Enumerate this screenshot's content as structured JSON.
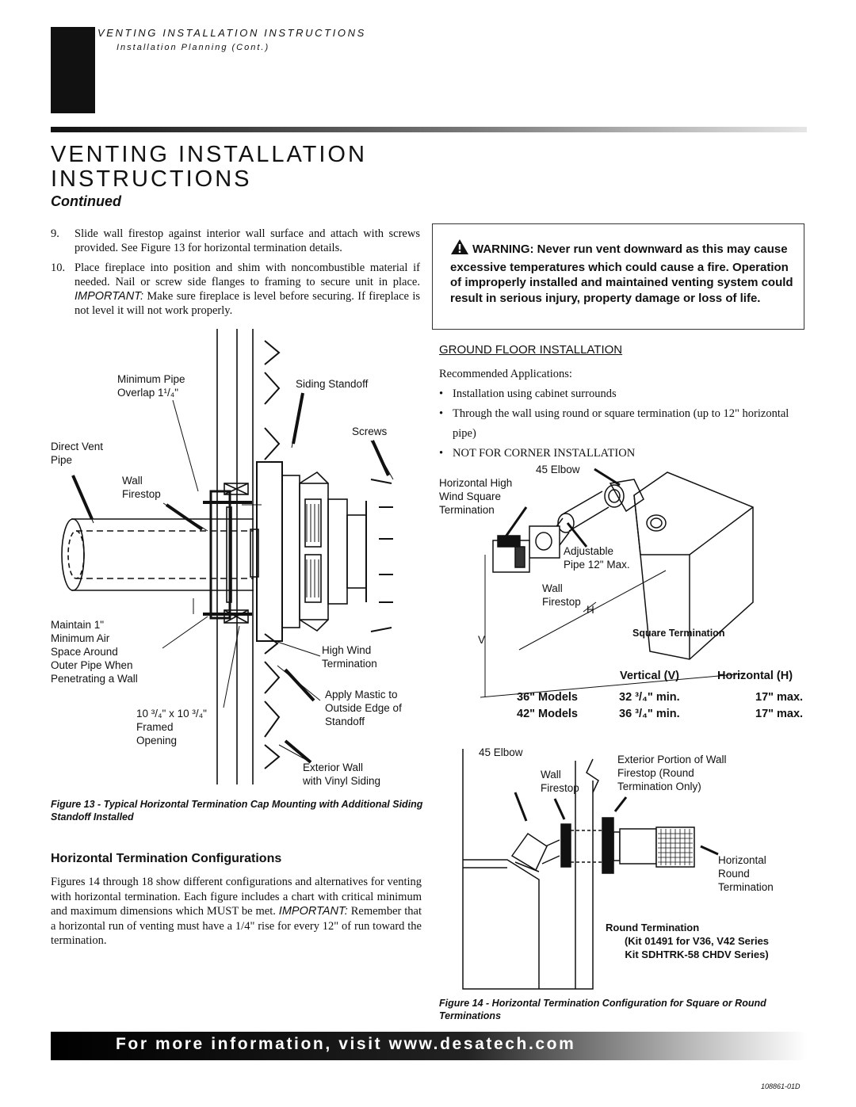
{
  "header": {
    "section": "VENTING INSTALLATION INSTRUCTIONS",
    "subsection": "Installation Planning (Cont.)"
  },
  "title": {
    "line1": "VENTING INSTALLATION",
    "line2": "INSTRUCTIONS",
    "continued": "Continued"
  },
  "steps": [
    {
      "num": "9.",
      "text": "Slide wall firestop against interior wall surface and attach with screws provided. See Figure 13 for horizontal termination details."
    },
    {
      "num": "10.",
      "text_a": "Place fireplace into position and shim with noncombustible material if needed. Nail or screw side flanges to framing to secure unit in place. ",
      "important": "IMPORTANT:",
      "text_b": " Make sure fireplace is level before securing. If fireplace is not level it will not work properly."
    }
  ],
  "warning": {
    "text": "WARNING: Never run vent downward as this may cause excessive temperatures which could cause a fire. Operation of improperly installed and maintained venting system could result in serious injury, property damage or loss of life."
  },
  "ground_floor": {
    "heading": "GROUND FLOOR INSTALLATION",
    "intro": "Recommended Applications:",
    "items": [
      "Installation using cabinet surrounds",
      "Through the wall using round or square termination (up to 12\" horizontal pipe)",
      "NOT FOR CORNER INSTALLATION"
    ]
  },
  "figure13": {
    "labels": {
      "min_pipe_1": "Minimum Pipe",
      "min_pipe_2": "Overlap 1¹/₄\"",
      "siding_standoff": "Siding Standoff",
      "screws": "Screws",
      "direct_vent_1": "Direct Vent",
      "direct_vent_2": "Pipe",
      "wall_firestop_1": "Wall",
      "wall_firestop_2": "Firestop",
      "maintain_1": "Maintain 1\"",
      "maintain_2": "Minimum Air",
      "maintain_3": "Space Around",
      "maintain_4": "Outer Pipe When",
      "maintain_5": "Penetrating a Wall",
      "high_wind_1": "High Wind",
      "high_wind_2": "Termination",
      "mastic_1": "Apply Mastic to",
      "mastic_2": "Outside Edge of",
      "mastic_3": "Standoff",
      "opening_1": "10 ³/₄\" x 10 ³/₄\"",
      "opening_2": "Framed",
      "opening_3": "Opening",
      "exterior_1": "Exterior Wall",
      "exterior_2": "with Vinyl Siding"
    },
    "caption": "Figure 13 - Typical Horizontal Termination Cap Mounting with Additional Siding Standoff Installed"
  },
  "htc": {
    "heading": "Horizontal Termination Configurations",
    "body_a": "Figures 14 through 18 show different configurations and alternatives for venting with horizontal termination. Each figure includes a chart with critical minimum and maximum dimensions which MUST be met. ",
    "important": "IMPORTANT:",
    "body_b": " Remember that a horizontal run of venting must have a 1/4\" rise for every 12\" of run toward the termination."
  },
  "figure14": {
    "labels": {
      "elbow_top": "45  Elbow",
      "hhw_1": "Horizontal High",
      "hhw_2": "Wind Square",
      "hhw_3": "Termination",
      "adjustable_1": "Adjustable",
      "adjustable_2": "Pipe 12\" Max.",
      "wall_fs_1": "Wall",
      "wall_fs_2": "Firestop",
      "h": "H",
      "v": "V",
      "square_term": "Square Termination",
      "elbow_bottom": "45  Elbow",
      "wall_fs_b1": "Wall",
      "wall_fs_b2": "Firestop",
      "ext_portion_1": "Exterior Portion of Wall",
      "ext_portion_2": "Firestop (Round",
      "ext_portion_3": "Termination Only)",
      "hr_1": "Horizontal",
      "hr_2": "Round",
      "hr_3": "Termination",
      "round_term_1": "Round Termination",
      "round_term_2": "(Kit 01491 for V36, V42 Series",
      "round_term_3": "Kit SDHTRK-58 CHDV Series)"
    },
    "table": {
      "head_v": "Vertical (V)",
      "head_h": "Horizontal (H)",
      "rows": [
        {
          "model": "36\" Models",
          "v": "32 ³/₄\" min.",
          "h": "17\" max."
        },
        {
          "model": "42\" Models",
          "v": "36 ³/₄\" min.",
          "h": "17\" max."
        }
      ]
    },
    "caption": "Figure 14 - Horizontal Termination Configuration for Square or Round Terminations"
  },
  "footer": {
    "text": "For more information, visit www.desatech.com",
    "doc_number": "108861-01D"
  }
}
